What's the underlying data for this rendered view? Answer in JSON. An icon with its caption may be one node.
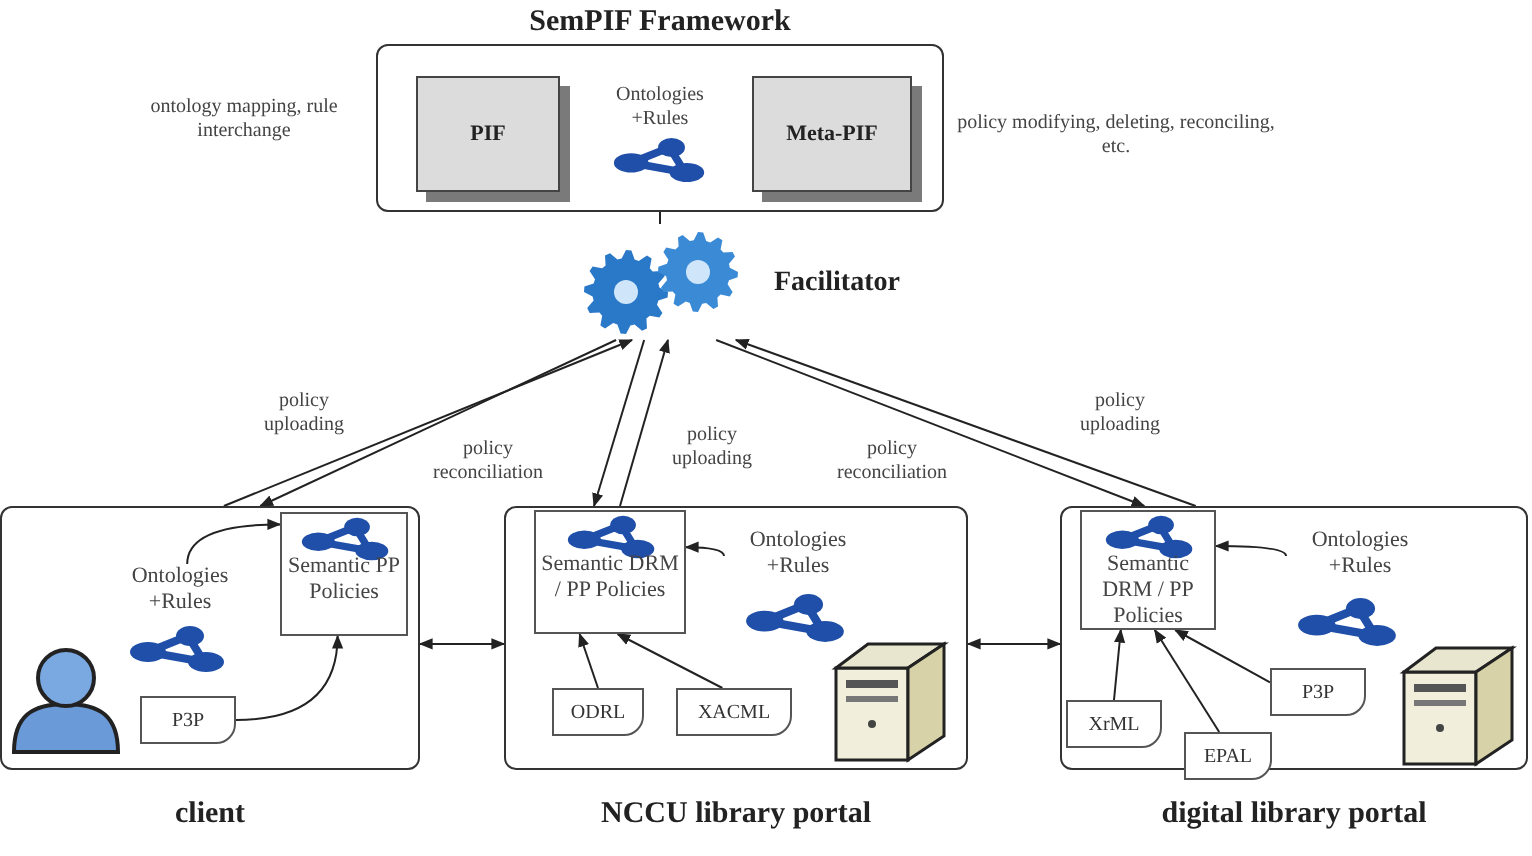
{
  "diagram": {
    "nodes": [
      {
        "text": [
          "SemPIF Framework"
        ]
      },
      {
        "text": [
          "PIF"
        ],
        "in": 0
      },
      {
        "text": [
          "Meta-PIF"
        ],
        "in": 0
      },
      {
        "text": [
          "Facilitator"
        ]
      },
      {
        "text": [
          "client"
        ]
      },
      {
        "text": [
          "Ontologies +Rules"
        ],
        "in": 4
      },
      {
        "text": [
          "Semantic PP Policies"
        ],
        "in": 4
      },
      {
        "text": [
          "P3P"
        ],
        "in": 4
      },
      {
        "text": [
          "NCCU library portal"
        ]
      },
      {
        "text": [
          "Semantic DRM / PP Policies"
        ],
        "in": 8
      },
      {
        "text": [
          "Ontologies +Rules"
        ],
        "in": 8
      },
      {
        "text": [
          "ODRL"
        ],
        "in": 8
      },
      {
        "text": [
          "XACML"
        ],
        "in": 8
      },
      {
        "text": [
          "digital library portal"
        ]
      },
      {
        "text": [
          "Semantic DRM / PP Policies"
        ],
        "in": 13
      },
      {
        "text": [
          "Ontologies +Rules"
        ],
        "in": 13
      },
      {
        "text": [
          "XrML"
        ],
        "in": 13
      },
      {
        "text": [
          "EPAL"
        ],
        "in": 13
      },
      {
        "text": [
          "P3P"
        ],
        "in": 13
      }
    ],
    "edges": [
      {
        "from": 0,
        "to": 3,
        "arrow": "none"
      },
      {
        "from": 4,
        "to": 3,
        "arrow": "to",
        "label": "policy uploading"
      },
      {
        "from": 3,
        "to": 4,
        "arrow": "to",
        "label": "policy reconciliation"
      },
      {
        "from": 3,
        "to": 8,
        "arrow": "to"
      },
      {
        "from": 8,
        "to": 3,
        "arrow": "to",
        "label": "policy uploading"
      },
      {
        "from": 3,
        "to": 13,
        "arrow": "to",
        "label": "policy reconciliation"
      },
      {
        "from": 13,
        "to": 3,
        "arrow": "to",
        "label": "policy uploading"
      },
      {
        "from": 4,
        "to": 8,
        "arrow": "both"
      },
      {
        "from": 8,
        "to": 13,
        "arrow": "both"
      },
      {
        "from": 5,
        "to": 6,
        "arrow": "to"
      },
      {
        "from": 7,
        "to": 6,
        "arrow": "to"
      },
      {
        "from": 10,
        "to": 9,
        "arrow": "to"
      },
      {
        "from": 11,
        "to": 9,
        "arrow": "to"
      },
      {
        "from": 12,
        "to": 9,
        "arrow": "to"
      },
      {
        "from": 15,
        "to": 14,
        "arrow": "to"
      },
      {
        "from": 16,
        "to": 14,
        "arrow": "to"
      },
      {
        "from": 17,
        "to": 14,
        "arrow": "to"
      },
      {
        "from": 18,
        "to": 14,
        "arrow": "to"
      }
    ],
    "labels": [
      "ontology mapping, rule interchange",
      "Ontologies +Rules",
      "policy modifying, deleting, reconciling, etc."
    ]
  }
}
